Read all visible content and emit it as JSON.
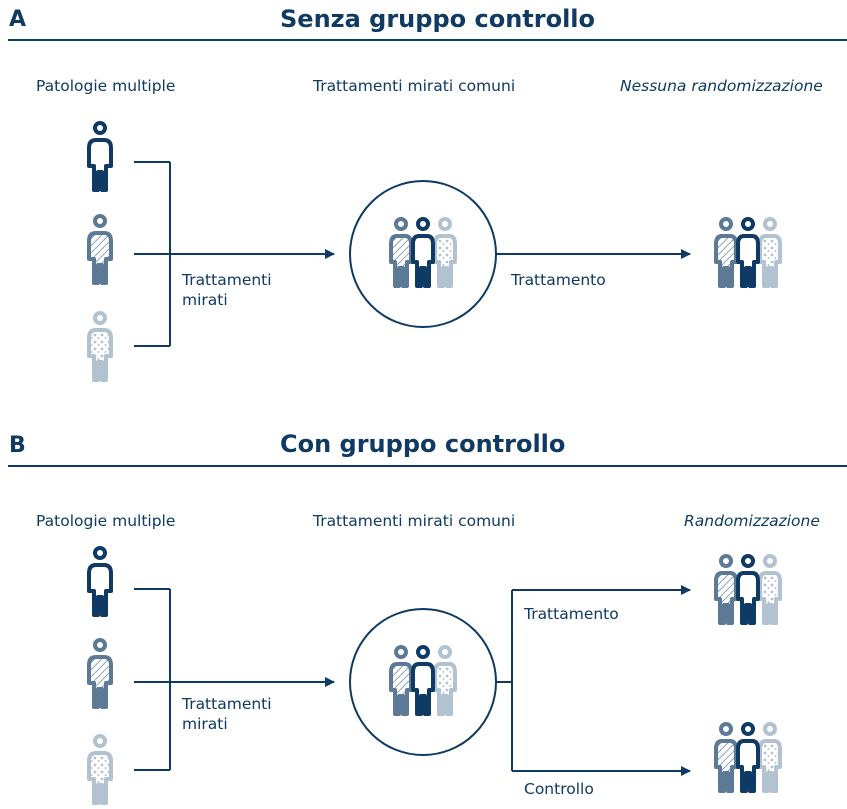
{
  "panel_a": {
    "letter": "A",
    "title": "Senza gruppo controllo",
    "col_left": "Patologie multiple",
    "col_mid": "Trattamenti mirati comuni",
    "col_right": "Nessuna randomizzazione",
    "branch_label_line1": "Trattamenti",
    "branch_label_line2": "mirati",
    "arrow_label": "Trattamento"
  },
  "panel_b": {
    "letter": "B",
    "title": "Con gruppo controllo",
    "col_left": "Patologie multiple",
    "col_mid": "Trattamenti mirati comuni",
    "col_right": "Randomizzazione",
    "branch_label_line1": "Trattamenti",
    "branch_label_line2": "mirati",
    "arrow_label_top": "Trattamento",
    "arrow_label_bottom": "Controllo"
  },
  "colors": {
    "dark": "#0e3a63",
    "mid": "#5c7a96",
    "light": "#b3c2d0"
  },
  "icons": {
    "person_solid": "person-outline-icon",
    "person_hatched": "person-hatched-icon",
    "person_dotted": "person-dotted-icon",
    "group": "group-of-three-icon"
  }
}
